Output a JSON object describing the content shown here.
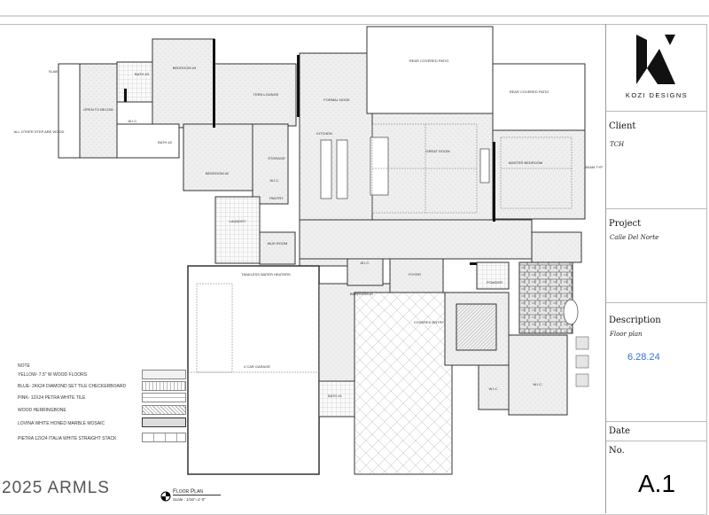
{
  "title_block": {
    "logo_text": "KOZI DESIGNS",
    "client_label": "Client",
    "client_value": "TCH",
    "project_label": "Project",
    "project_value": "Calle Del Norte",
    "description_label": "Description",
    "description_value": "Floor plan",
    "description_date": "6.28.24",
    "date_label": "Date",
    "no_label": "No.",
    "sheet_number": "A.1"
  },
  "legend": {
    "title": "Note",
    "items": [
      {
        "label": "Yellow- 7.5\" w wood floors",
        "pattern": "dots"
      },
      {
        "label": "Blue- 24x24 diamond set tile checkerboard",
        "pattern": "grid"
      },
      {
        "label": "Pink- 12x24 Petra white tile",
        "pattern": "brick"
      },
      {
        "label": "Wood herringbone",
        "pattern": "herringbone"
      },
      {
        "label": "Lovina white honed marble mosaic",
        "pattern": "stone"
      },
      {
        "label": "Pietra 12x24 Italia white straight stack",
        "pattern": "stack"
      }
    ]
  },
  "watermark": "2025 ARMLS",
  "plan_title": {
    "title": "Floor Plan",
    "scale": "Scale : 1/16\"=1'-0\""
  },
  "rooms": {
    "open_to_below": "OPEN TO BELOW",
    "bedroom3": "BEDROOM #3",
    "bath3": "BATH #3",
    "teen_lounge": "TEEN LOUNGE",
    "bedroom2": "BEDROOM #2",
    "bath2": "BATH #2",
    "wic_a": "W.I.C.",
    "wic_b": "W.I.C.",
    "storage": "STORAGE",
    "pantry": "PANTRY",
    "laundry": "LAUNDRY",
    "mud_room": "MUD ROOM",
    "formal_nook": "FORMAL NOOK",
    "kitchen": "KITCHEN",
    "great_room": "GREAT ROOM",
    "rear_patio_1": "REAR COVERED PATIO",
    "rear_patio_2": "REAR COVERED PATIO",
    "master_bedroom": "MASTER BEDROOM",
    "garage": "4 CAR GARAGE",
    "water_heaters": "TANKLESS WATER HEATERS",
    "bedroom1": "BEDROOM #1",
    "bath1": "BATH #1",
    "wic_c": "W.I.C.",
    "foyer": "FOYER",
    "covered_entry": "COVERED ENTRY",
    "powder": "POWDER",
    "wic_d": "W.I.C.",
    "master_wic": "W.I.C.",
    "beam_typ": "BEAM TYP",
    "slab": "SLAB",
    "step_note": "ALL OTHER STEP ARE WOOD"
  }
}
